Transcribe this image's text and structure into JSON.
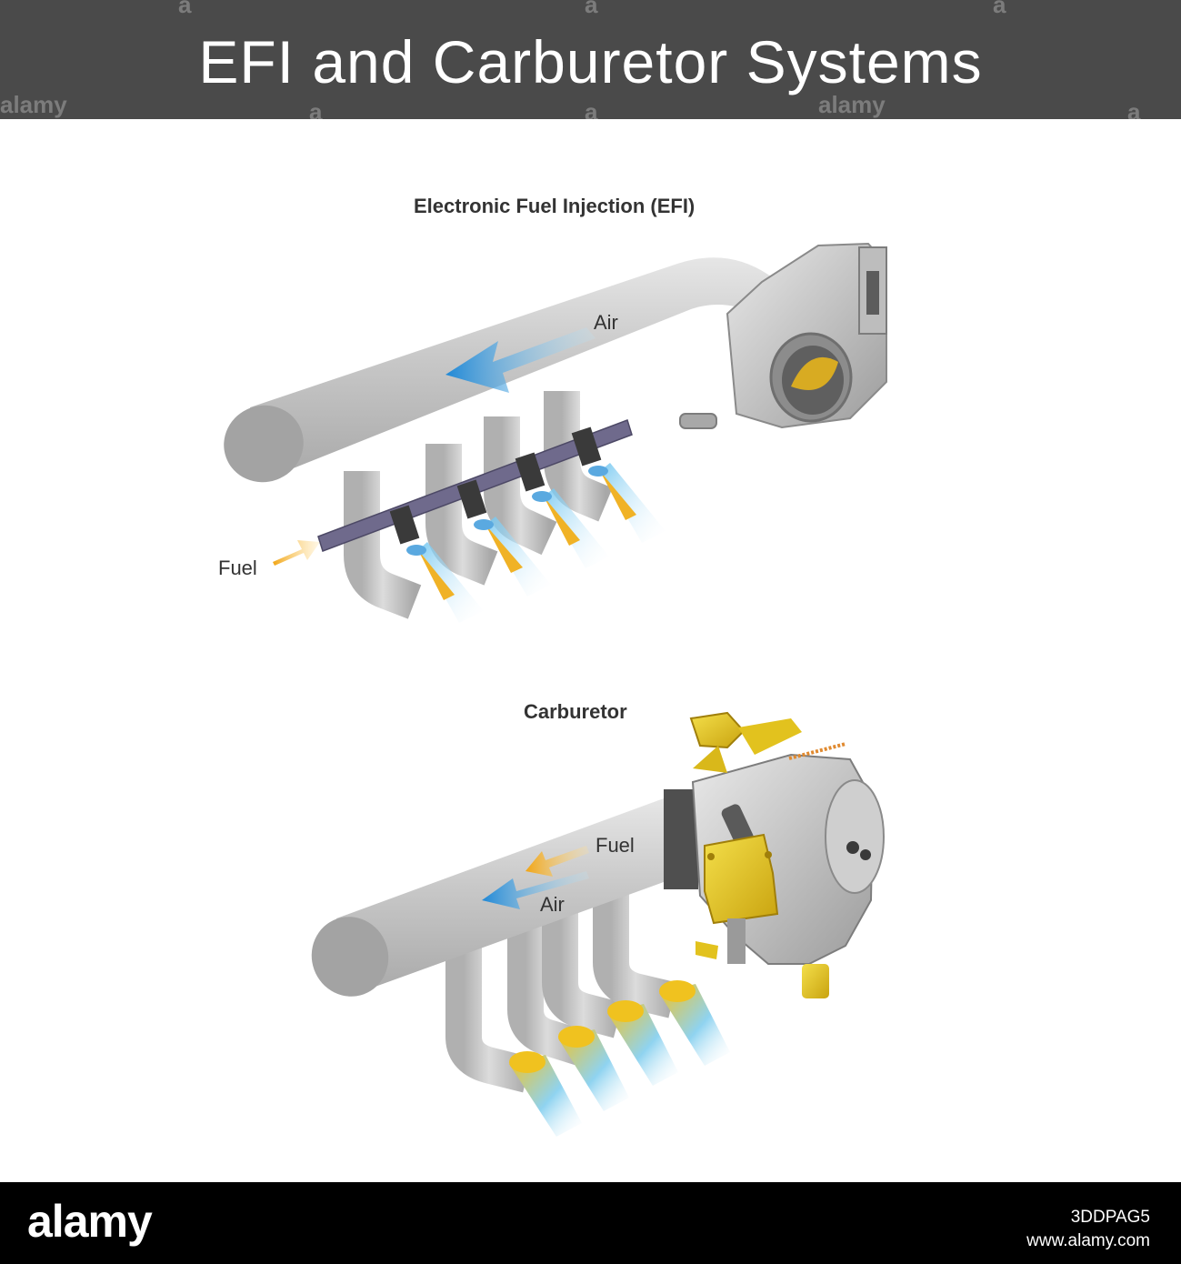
{
  "header": {
    "title": "EFI and Carburetor Systems"
  },
  "watermark": {
    "text": "alamy",
    "short": "a"
  },
  "efi": {
    "title": "Electronic Fuel Injection (EFI)",
    "air_label": "Air",
    "fuel_label": "Fuel"
  },
  "carburetor": {
    "title": "Carburetor",
    "fuel_label": "Fuel",
    "air_label": "Air"
  },
  "footer": {
    "logo": "alamy",
    "image_id": "3DDPAG5",
    "url": "www.alamy.com"
  },
  "colors": {
    "header_bg": "#4a4a4a",
    "manifold": "#c4c4c4",
    "air_arrow": "#2b8fd8",
    "fuel_arrow": "#f0a818",
    "fuel_rail": "#6f6a8c",
    "brass": "#e2c21e"
  }
}
